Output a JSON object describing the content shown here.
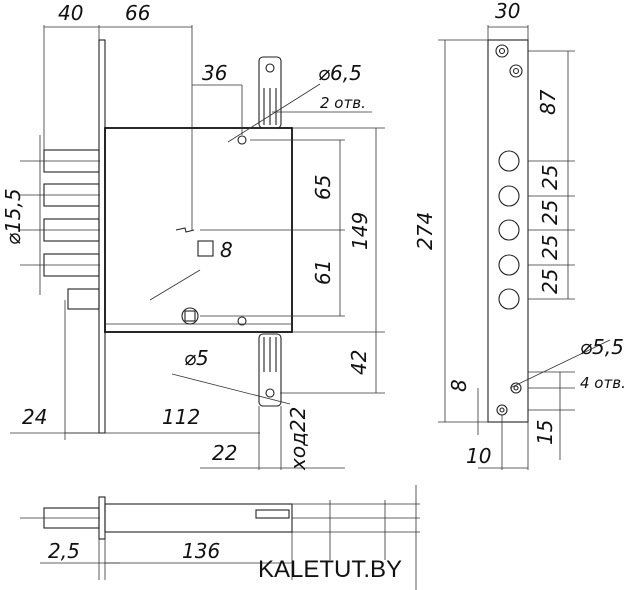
{
  "dimensions": {
    "top_40": "40",
    "top_66": "66",
    "top_36": "36",
    "hole_d65": "⌀6,5",
    "holes_2": "2 отв.",
    "dim_65": "65",
    "dim_149": "149",
    "square_8": "8",
    "dim_61": "61",
    "bolt_d155": "⌀15,5",
    "hole_d5": "⌀5",
    "dim_42": "42",
    "dim_24": "24",
    "dim_112": "112",
    "dim_22": "22",
    "stroke_22": "ход22",
    "plate_30": "30",
    "plate_87": "87",
    "plate_274": "274",
    "plate_25a": "25",
    "plate_25b": "25",
    "plate_25c": "25",
    "plate_25d": "25",
    "plate_d55": "⌀5,5",
    "holes_4": "4 отв.",
    "plate_8": "8",
    "plate_10": "10",
    "plate_15": "15",
    "bottom_25": "2,5",
    "bottom_136": "136"
  },
  "brand": "KALETUT.BY"
}
